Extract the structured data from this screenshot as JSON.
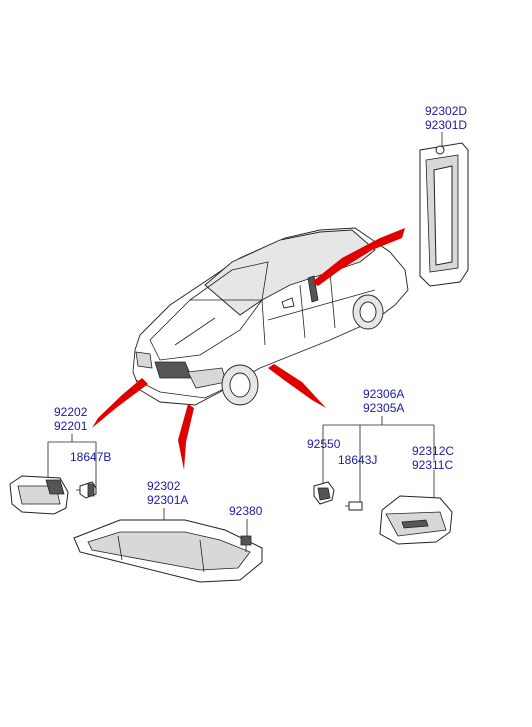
{
  "labels": {
    "p92302D": "92302D",
    "p92301D": "92301D",
    "p92202": "92202",
    "p92201": "92201",
    "p18647B": "18647B",
    "p92306A": "92306A",
    "p92305A": "92305A",
    "p92550": "92550",
    "p18643J": "18643J",
    "p92312C": "92312C",
    "p92311C": "92311C",
    "p92302": "92302",
    "p92301A": "92301A",
    "p92380": "92380"
  },
  "colors": {
    "label_text": "#1a1aa6",
    "callout_arrow": "#e00000",
    "line_art": "#222222"
  }
}
